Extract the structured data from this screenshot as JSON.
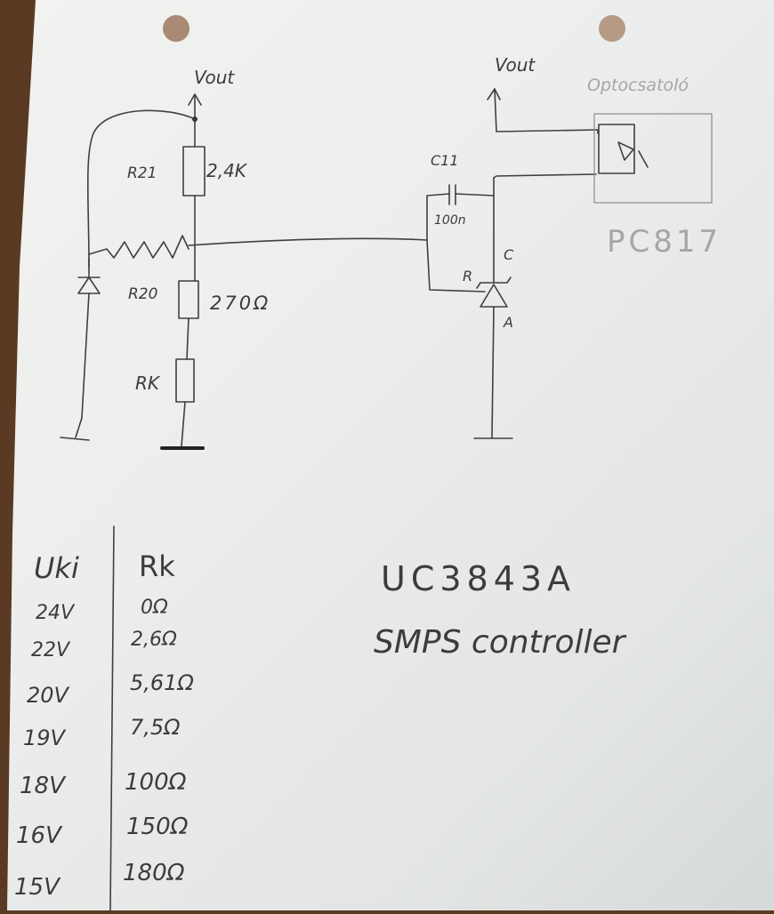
{
  "schematic": {
    "vout_left": "Vout",
    "vout_right": "Vout",
    "r21_name": "R21",
    "r21_value": "2,4K",
    "r20_name": "R20",
    "r20_value": "270Ω",
    "rk_name": "RK",
    "c11_name": "C11",
    "c11_value": "100n",
    "tl431_r": "R",
    "tl431_c": "C",
    "tl431_a": "A",
    "optocoupler_label": "Optocsatoló",
    "optocoupler_part": "PC817"
  },
  "title": {
    "chip": "UC3843A",
    "description": "SMPS controller"
  },
  "table": {
    "headers": [
      "Uki",
      "Rk"
    ],
    "rows": [
      [
        "24V",
        "0Ω"
      ],
      [
        "22V",
        "2,6Ω"
      ],
      [
        "20V",
        "5,61Ω"
      ],
      [
        "19V",
        "7,5Ω"
      ],
      [
        "18V",
        "100Ω"
      ],
      [
        "16V",
        "150Ω"
      ],
      [
        "15V",
        "180Ω"
      ]
    ]
  }
}
